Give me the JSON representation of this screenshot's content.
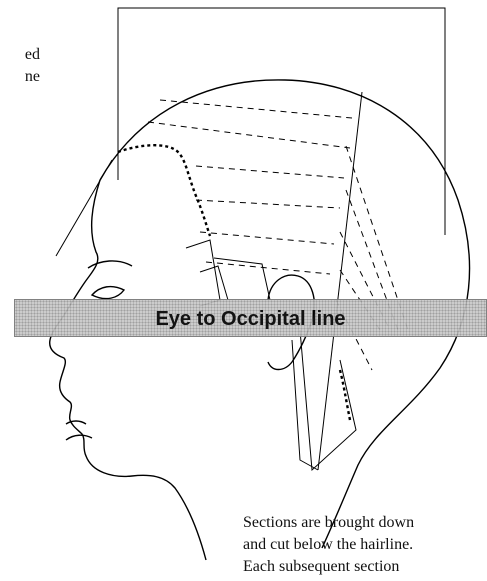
{
  "diagram": {
    "band_label": "Eye to Occipital line",
    "caption_top_left": [
      "ed",
      "ne"
    ],
    "caption_bottom": [
      "Sections are brought down",
      "and cut below the hairline.",
      "Each subsequent section"
    ]
  }
}
